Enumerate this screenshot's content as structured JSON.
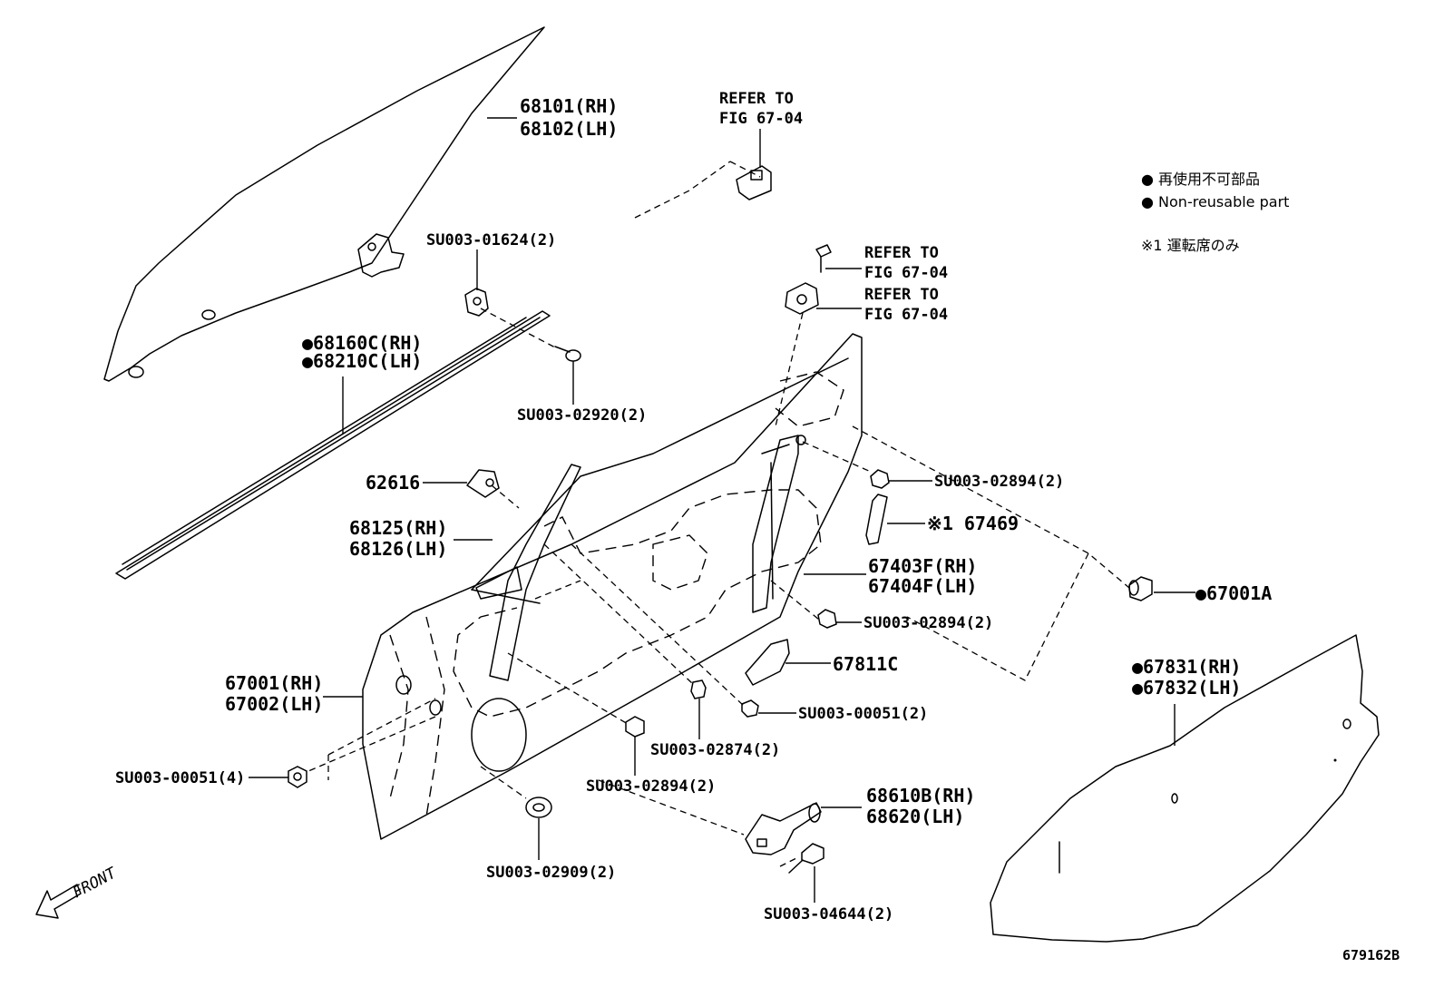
{
  "labels": {
    "l68101": "68101(RH)",
    "l68102": "68102(LH)",
    "refer1a": "REFER TO",
    "refer1b": "FIG 67-04",
    "su01624": "SU003-01624(2)",
    "refer2a": "REFER TO",
    "refer2b": "FIG 67-04",
    "refer3a": "REFER TO",
    "refer3b": "FIG 67-04",
    "l68160c": "●68160C(RH)",
    "l68210c": "●68210C(LH)",
    "su02920": "SU003-02920(2)",
    "su02894a": "SU003-02894(2)",
    "l62616": "62616",
    "l67469": "※1 67469",
    "l68125": "68125(RH)",
    "l68126": "68126(LH)",
    "l67403f": "67403F(RH)",
    "l67404f": "67404F(LH)",
    "l67001a": "●67001A",
    "su02894b": "SU003-02894(2)",
    "l67811c": "67811C",
    "l67831": "●67831(RH)",
    "l67832": "●67832(LH)",
    "l67001": "67001(RH)",
    "l67002": "67002(LH)",
    "su00051a": "SU003-00051(2)",
    "su02874": "SU003-02874(2)",
    "su00051b": "SU003-00051(4)",
    "su02894c": "SU003-02894(2)",
    "l68610b": "68610B(RH)",
    "l68620": "68620(LH)",
    "su02909": "SU003-02909(2)",
    "su04644": "SU003-04644(2)",
    "front": "FRONT",
    "fig_id": "679162B"
  },
  "legend": {
    "line1": "● 再使用不可部品",
    "line2": "● Non-reusable part",
    "note": "※1 運転席のみ"
  }
}
